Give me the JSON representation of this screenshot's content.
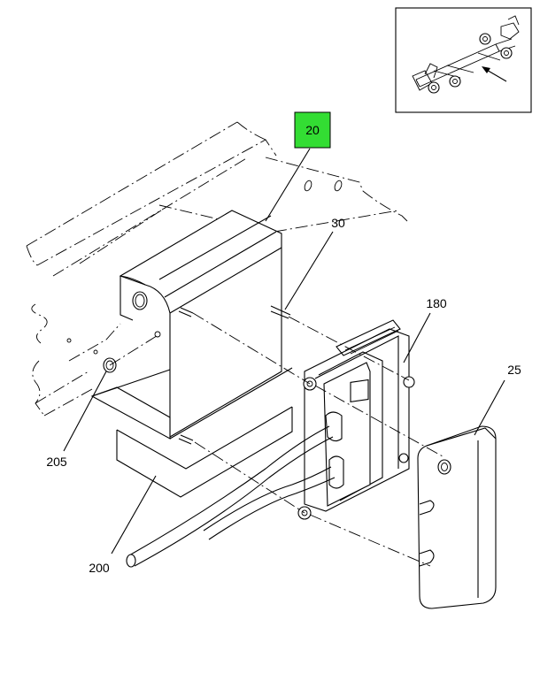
{
  "callouts": {
    "c20": "20",
    "c30": "30",
    "c180": "180",
    "c25": "25",
    "c205": "205",
    "c200": "200"
  },
  "colors": {
    "highlight": "#33dd33",
    "line": "#000000",
    "background": "#ffffff"
  },
  "highlighted_callout": "20"
}
